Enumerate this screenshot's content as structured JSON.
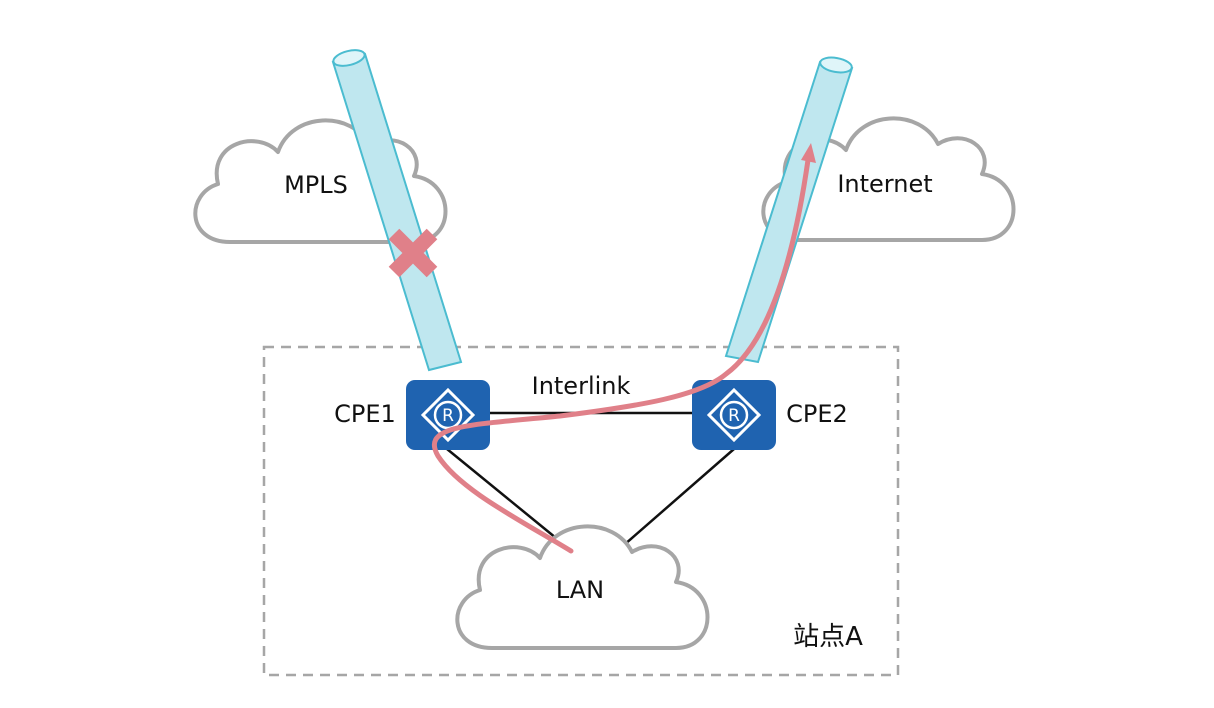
{
  "labels": {
    "mpls": "MPLS",
    "internet": "Internet",
    "interlink": "Interlink",
    "cpe1": "CPE1",
    "cpe2": "CPE2",
    "lan": "LAN",
    "site": "站点A"
  },
  "icons": {
    "router": "router-icon",
    "link_failure": "x-icon"
  },
  "colors": {
    "cloud_stroke": "#a6a6a6",
    "tunnel_fill": "#bfe7ef",
    "tunnel_stroke": "#4bbcd0",
    "router_fill": "#1f63b0",
    "traffic_path": "#e08089",
    "failure_mark": "#e08089",
    "site_border": "#a6a6a6"
  }
}
